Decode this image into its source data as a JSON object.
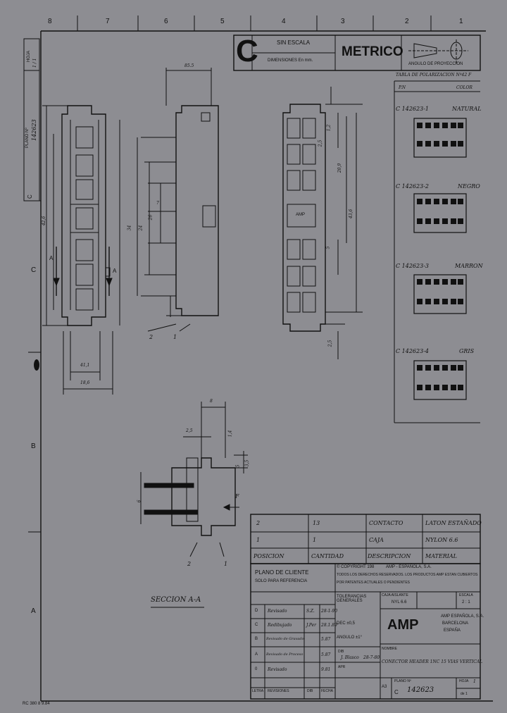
{
  "columns": [
    "8",
    "7",
    "6",
    "5",
    "4",
    "3",
    "2",
    "1"
  ],
  "rows": [
    "C",
    "B",
    "A"
  ],
  "title_block": {
    "size": "C",
    "scale": "SIN ESCALA",
    "dimensions": "DIMENSIONES En mm.",
    "system": "METRICO",
    "projection": "ANGULO DE PROYECCION"
  },
  "side_stamp": {
    "hoja_label": "HOJA",
    "hoja_value": "1 / 1",
    "plano_label": "PLANO Nº",
    "plano_value": "142623",
    "size": "C"
  },
  "polarization_table": {
    "title": "TABLA DE POLARIZACION Nº42 F",
    "col_pn": "P.N",
    "col_color": "COLOR",
    "items": [
      {
        "pn": "C 142623-1",
        "color": "NATURAL"
      },
      {
        "pn": "C 142623-2",
        "color": "NEGRO"
      },
      {
        "pn": "C 142623-3",
        "color": "MARRON"
      },
      {
        "pn": "C 142623-4",
        "color": "GRIS"
      }
    ]
  },
  "dimensions": {
    "d85": "85.5",
    "d12": "1,2",
    "d25a": "2,5",
    "d209": "20,9",
    "d436": "43,6",
    "d5": "5",
    "d25b": "2,5",
    "d411": "41,1",
    "d186": "18,6",
    "d426": "42,6",
    "d34": "34",
    "d24": "24",
    "d26": "26",
    "d7": "7",
    "d8": "8",
    "d25c": "2,5",
    "d14": "1,4",
    "d6": "6",
    "d5b": "5",
    "d35": "3,5",
    "sa": "A",
    "sa2": "A",
    "amp_mark": "AMP",
    "l2a": "2",
    "l1a": "1",
    "l2b": "2",
    "l1b": "1",
    "f": "F"
  },
  "section_label": "SECCION A-A",
  "materials": [
    {
      "pos": "2",
      "qty": "13",
      "desc": "CONTACTO",
      "mat": "LATON ESTAÑADO"
    },
    {
      "pos": "1",
      "qty": "1",
      "desc": "CAJA",
      "mat": "NYLON 6.6"
    }
  ],
  "materials_header": {
    "pos": "POSICION",
    "qty": "CANTIDAD",
    "desc": "DESCRIPCION",
    "mat": "MATERIAL"
  },
  "client_note": [
    "PLANO DE CLIENTE",
    "SOLO PARA REFERENCIA"
  ],
  "copyright": [
    "© COPYRIGHT 198",
    "AMP - ESPAÑOLA, S.A.",
    "TODOS LOS DERECHOS RESERVADOS. LOS PRODUCTOS AMP ESTAN CUBIERTOS",
    "POR PATENTES ACTUALES O PENDIENTES"
  ],
  "tolerances": {
    "title": "TOLERANCIAS GENERALES",
    "dec": "DEC ±0,5",
    "ang": "ANGULO ±1°"
  },
  "revisions": [
    {
      "letter": "D",
      "desc": "Revisado",
      "by": "S.Z.",
      "date": "28-1-90"
    },
    {
      "letter": "C",
      "desc": "Redibujado",
      "by": "J.Per",
      "date": "28.1.89"
    },
    {
      "letter": "B",
      "desc": "Revisado de Gravado",
      "by": "",
      "date": "5.87"
    },
    {
      "letter": "A",
      "desc": "Revisado de Proceso",
      "by": "",
      "date": "5.87"
    },
    {
      "letter": "0",
      "desc": "Revisado",
      "by": "",
      "date": "9.81"
    }
  ],
  "revisions_header": {
    "letra": "LETRA",
    "rev": "REVISIONES",
    "dib": "DIB",
    "fecha": "FECHA"
  },
  "drawn": {
    "dib_label": "DIB",
    "dib": "J. Blasco",
    "dib_date": "28-7-80",
    "apr_label": "APR"
  },
  "company": {
    "logo": "AMP",
    "name": "AMP ESPAÑOLA, S.A.",
    "city": "BARCELONA",
    "country": "ESPAÑA"
  },
  "caja_aislante": "CAJA AISLANTE",
  "caja_value": "NYL 6.6",
  "escala_label": "ESCALA",
  "escala_value": "2 : 1",
  "nombre_label": "NOMBRE",
  "nombre": "CONECTOR HEADER 1NC 15 VIAS VERTICAL",
  "plano_label": "PLANO Nº",
  "plano_size": "A3",
  "plano_c": "C",
  "plano_number": "142623",
  "hoja_label": "HOJA",
  "hoja_value": "1",
  "hoja_de": "de 1",
  "footer": "RC 380  8 9.84"
}
